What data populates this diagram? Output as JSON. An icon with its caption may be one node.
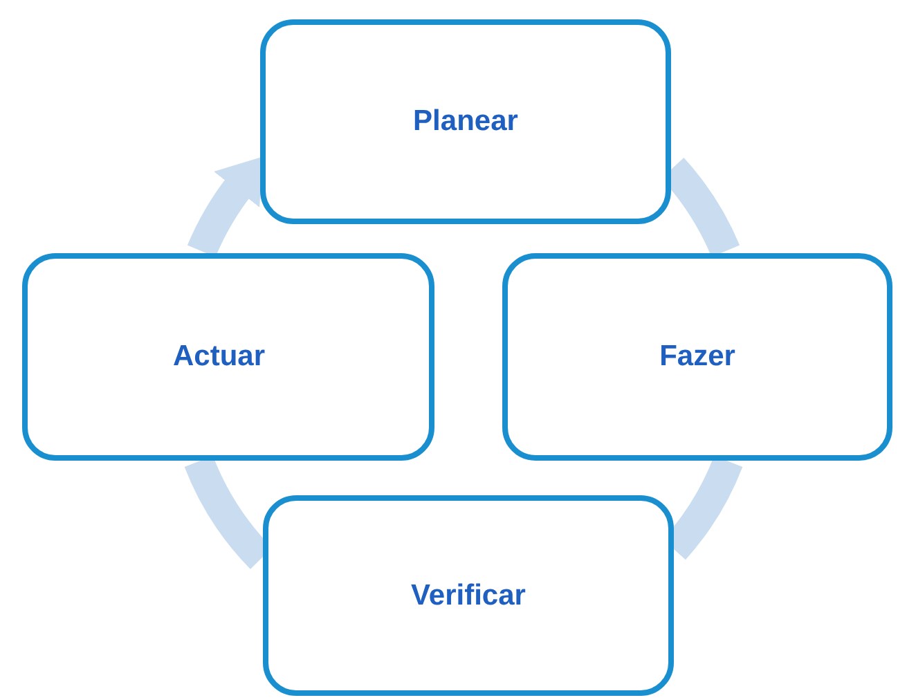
{
  "diagram": {
    "nodes": [
      {
        "text": [
          "Planear"
        ]
      },
      {
        "text": [
          "Fazer"
        ]
      },
      {
        "text": [
          "Verificar"
        ]
      },
      {
        "text": [
          "Actuar"
        ]
      }
    ],
    "edges": [
      {
        "from": 0,
        "to": 1,
        "arrow": "none"
      },
      {
        "from": 1,
        "to": 2,
        "arrow": "none"
      },
      {
        "from": 2,
        "to": 3,
        "arrow": "none"
      },
      {
        "from": 3,
        "to": 0,
        "arrow": "to"
      }
    ]
  }
}
